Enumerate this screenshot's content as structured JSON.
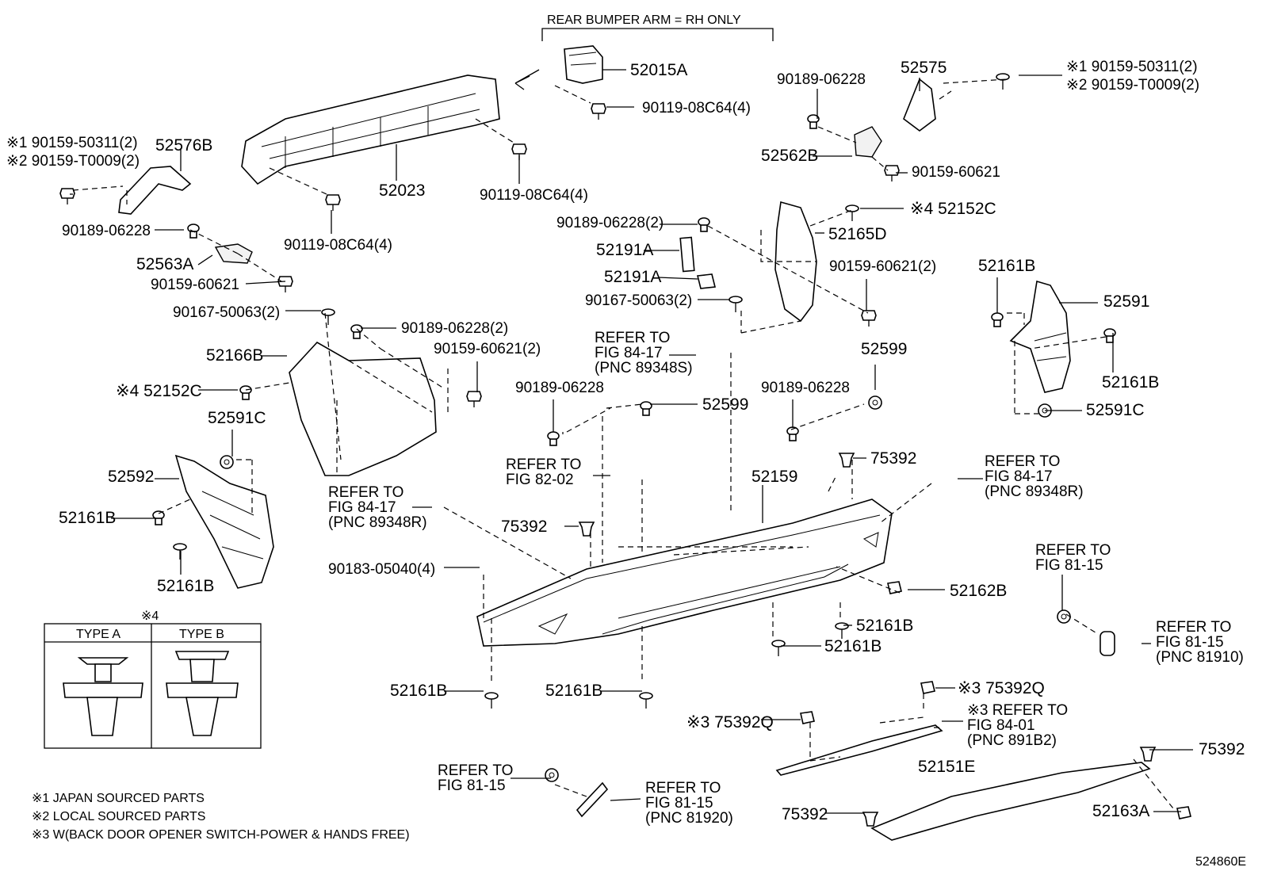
{
  "header": {
    "title": "REAR BUMPER ARM = RH ONLY"
  },
  "labels": [
    {
      "id": "p52015A",
      "text": "52015A"
    },
    {
      "id": "p90119a",
      "text": "90119-08C64(4)"
    },
    {
      "id": "p52023",
      "text": "52023"
    },
    {
      "id": "p90119b",
      "text": "90119-08C64(4)"
    },
    {
      "id": "p90119c",
      "text": "90119-08C64(4)"
    },
    {
      "id": "p52576B",
      "text": "52576B"
    },
    {
      "id": "p9015950311L",
      "text": "※1 90159-50311(2)"
    },
    {
      "id": "p90159T0009L",
      "text": "※2 90159-T0009(2)"
    },
    {
      "id": "p9018906228L",
      "text": "90189-06228"
    },
    {
      "id": "p52563A",
      "text": "52563A"
    },
    {
      "id": "p9015960621L",
      "text": "90159-60621"
    },
    {
      "id": "p9016750063L",
      "text": "90167-50063(2)"
    },
    {
      "id": "p9018906228M",
      "text": "90189-06228(2)"
    },
    {
      "id": "p52166B",
      "text": "52166B"
    },
    {
      "id": "p9015960621M",
      "text": "90159-60621(2)"
    },
    {
      "id": "p52152CL",
      "text": "※4 52152C"
    },
    {
      "id": "p52591CL",
      "text": "52591C"
    },
    {
      "id": "p52592",
      "text": "52592"
    },
    {
      "id": "p52161BL1",
      "text": "52161B"
    },
    {
      "id": "p52161BL2",
      "text": "52161B"
    },
    {
      "id": "p9018906228T",
      "text": "90189-06228"
    },
    {
      "id": "p52575",
      "text": "52575"
    },
    {
      "id": "p9015950311R",
      "text": "※1 90159-50311(2)"
    },
    {
      "id": "p90159T0009R",
      "text": "※2 90159-T0009(2)"
    },
    {
      "id": "p52562B",
      "text": "52562B"
    },
    {
      "id": "p9015960621R",
      "text": "90159-60621"
    },
    {
      "id": "p9018906228C",
      "text": "90189-06228(2)"
    },
    {
      "id": "p52152CR",
      "text": "※4 52152C"
    },
    {
      "id": "p52165D",
      "text": "52165D"
    },
    {
      "id": "p52191A1",
      "text": "52191A"
    },
    {
      "id": "p52191A2",
      "text": "52191A"
    },
    {
      "id": "p9015960621C",
      "text": "90159-60621(2)"
    },
    {
      "id": "p9016750063C",
      "text": "90167-50063(2)"
    },
    {
      "id": "p52161BR1",
      "text": "52161B"
    },
    {
      "id": "p52591",
      "text": "52591"
    },
    {
      "id": "p52161BR2",
      "text": "52161B"
    },
    {
      "id": "p52591CR",
      "text": "52591C"
    },
    {
      "id": "p52599a",
      "text": "52599"
    },
    {
      "id": "p52599b",
      "text": "52599"
    },
    {
      "id": "p9018906228D1",
      "text": "90189-06228"
    },
    {
      "id": "p9018906228D2",
      "text": "90189-06228"
    },
    {
      "id": "p75392a",
      "text": "75392"
    },
    {
      "id": "p75392b",
      "text": "75392"
    },
    {
      "id": "p52159",
      "text": "52159"
    },
    {
      "id": "p9018305040",
      "text": "90183-05040(4)"
    },
    {
      "id": "p52162B",
      "text": "52162B"
    },
    {
      "id": "p52161BC1",
      "text": "52161B"
    },
    {
      "id": "p52161BC2",
      "text": "52161B"
    },
    {
      "id": "p52161BC3",
      "text": "52161B"
    },
    {
      "id": "p52161BC4",
      "text": "52161B"
    },
    {
      "id": "p75392Q1",
      "text": "※3 75392Q"
    },
    {
      "id": "p75392Q2",
      "text": "※3 75392Q"
    },
    {
      "id": "p75392c",
      "text": "75392"
    },
    {
      "id": "p75392d",
      "text": "75392"
    },
    {
      "id": "p52151E",
      "text": "52151E"
    },
    {
      "id": "p52163A",
      "text": "52163A"
    }
  ],
  "refs": [
    {
      "id": "r1",
      "lines": [
        "REFER TO",
        "FIG 84-17",
        "(PNC 89348S)"
      ]
    },
    {
      "id": "r2",
      "lines": [
        "REFER TO",
        "FIG 82-02"
      ]
    },
    {
      "id": "r3",
      "lines": [
        "REFER TO",
        "FIG 84-17",
        "(PNC 89348R)"
      ]
    },
    {
      "id": "r4",
      "lines": [
        "REFER TO",
        "FIG 84-17",
        "(PNC 89348R)"
      ]
    },
    {
      "id": "r5",
      "lines": [
        "REFER TO",
        "FIG 81-15"
      ]
    },
    {
      "id": "r6",
      "lines": [
        "REFER TO",
        "FIG 81-15",
        "(PNC 81910)"
      ]
    },
    {
      "id": "r7",
      "lines": [
        "※3 REFER TO",
        "FIG 84-01",
        "(PNC 891B2)"
      ]
    },
    {
      "id": "r8",
      "lines": [
        "REFER TO",
        "FIG 81-15"
      ]
    },
    {
      "id": "r9",
      "lines": [
        "REFER TO",
        "FIG 81-15",
        "(PNC 81920)"
      ]
    }
  ],
  "type_table": {
    "marker": "※4",
    "type_a": "TYPE A",
    "type_b": "TYPE B"
  },
  "notes": [
    "※1 JAPAN SOURCED PARTS",
    "※2 LOCAL SOURCED PARTS",
    "※3 W(BACK DOOR OPENER SWITCH-POWER & HANDS FREE)"
  ],
  "figure_id": "524860E"
}
